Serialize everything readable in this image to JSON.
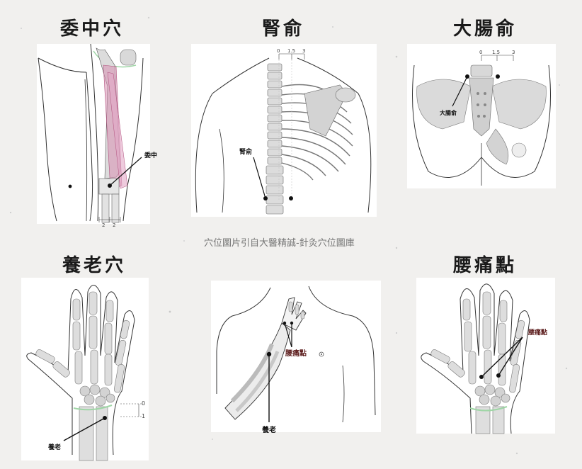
{
  "titles": {
    "weizhong": "委中穴",
    "shenshu": "腎俞",
    "dachangshu": "大腸俞",
    "yanglao": "養老穴",
    "yaotongdian": "腰痛點"
  },
  "labels": {
    "weizhong": "委中",
    "shenshu": "腎俞",
    "dachangshu": "大腸俞",
    "yanglao_hand": "養老",
    "yanglao_body": "養老",
    "yaotongdian_body": "腰痛點",
    "yaotongdian_hand": "腰痛點"
  },
  "scales": {
    "shenshu": [
      "0",
      "1.5",
      "3"
    ],
    "dachangshu": [
      "0",
      "1.5",
      "3"
    ],
    "weizhong": [
      "2",
      "2"
    ],
    "yanglao": [
      "0",
      "1"
    ]
  },
  "caption": "穴位圖片引自大醫精誠-針灸穴位圖庫",
  "colors": {
    "point": "#111111",
    "muscle": "#d98fb3",
    "bone": "#d9d9d9",
    "outline": "#333333",
    "wrist_band": "#9fd6a6",
    "label_dark_red": "#5a1a1a"
  }
}
